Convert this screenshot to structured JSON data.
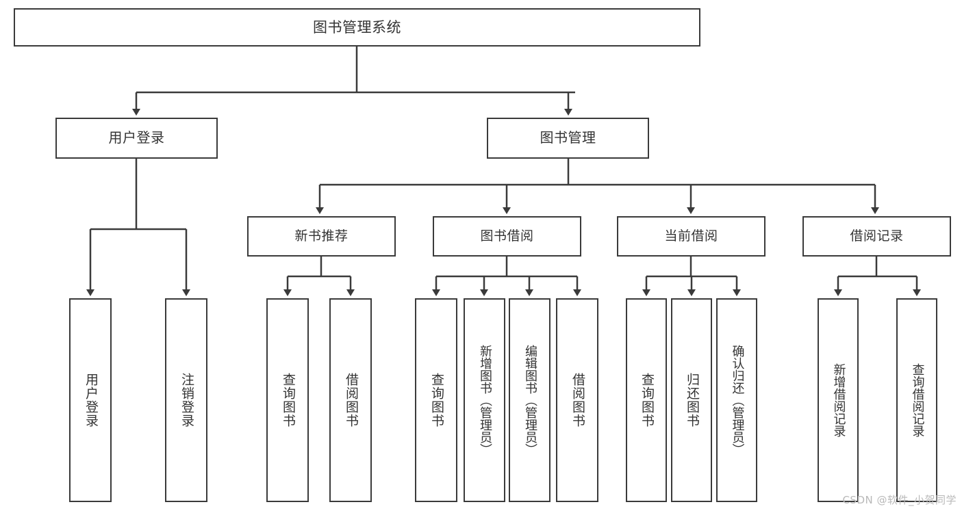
{
  "diagram": {
    "title": "图书管理系统",
    "watermark": "CSDN @软件_小贺同学",
    "colors": {
      "stroke": "#3a3a3a",
      "fill": "#ffffff",
      "text": "#333333",
      "watermark": "#b9b9b9"
    },
    "nodes": {
      "root": {
        "label": "图书管理系统"
      },
      "level2": [
        {
          "label": "用户登录"
        },
        {
          "label": "图书管理"
        }
      ],
      "level3": [
        {
          "label": "新书推荐"
        },
        {
          "label": "图书借阅"
        },
        {
          "label": "当前借阅"
        },
        {
          "label": "借阅记录"
        }
      ],
      "leaves": {
        "user_login": [
          {
            "label": "用户登录"
          },
          {
            "label": "注销登录"
          }
        ],
        "new_book_recommend": [
          {
            "label": "查询图书"
          },
          {
            "label": "借阅图书"
          }
        ],
        "book_borrow": [
          {
            "label": "查询图书"
          },
          {
            "label": "新增图书（管理员）"
          },
          {
            "label": "编辑图书（管理员）"
          },
          {
            "label": "借阅图书"
          }
        ],
        "current_borrow": [
          {
            "label": "查询图书"
          },
          {
            "label": "归还图书"
          },
          {
            "label": "确认归还（管理员）"
          }
        ],
        "borrow_record": [
          {
            "label": "新增借阅记录"
          },
          {
            "label": "查询借阅记录"
          }
        ]
      }
    }
  }
}
